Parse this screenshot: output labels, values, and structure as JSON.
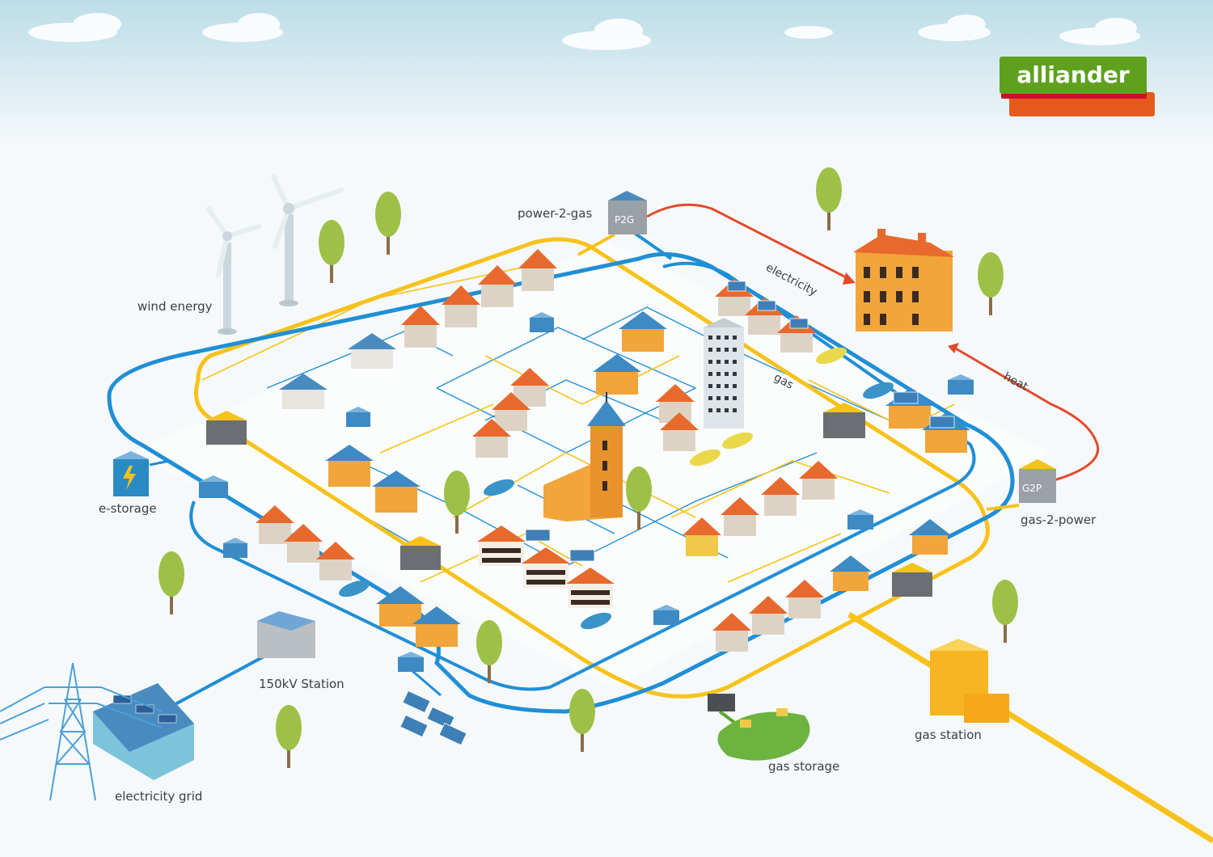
{
  "logo": {
    "text": "alliander",
    "colors": {
      "green": "#5fa11f",
      "red": "#c8102e",
      "orange": "#e55a1c"
    }
  },
  "labels": {
    "wind_energy": "wind energy",
    "power_2_gas": "power-2-gas",
    "electricity": "electricity",
    "gas": "gas",
    "heat": "heat",
    "e_storage": "e-storage",
    "gas_2_power": "gas-2-power",
    "station_150kv": "150kV Station",
    "electricity_grid": "electricity grid",
    "gas_storage": "gas storage",
    "gas_station": "gas station"
  },
  "box_badges": {
    "p2g": "P2G",
    "g2p": "G2P"
  },
  "colors": {
    "electricity_line": "#1f8fd6",
    "gas_line": "#f7c21b",
    "heat_line": "#e34a2a",
    "house_roof": "#e8692d",
    "house_wall": "#ddd3c5",
    "tree": "#9cc146",
    "car_blue": "#3a93c9",
    "car_yellow": "#e9d94a"
  },
  "icons": [
    "wind-turbine-icon",
    "tree-icon",
    "house-icon",
    "church-icon",
    "tower-block-icon",
    "solar-panel-icon",
    "car-icon",
    "transformer-icon",
    "battery-icon",
    "pylon-icon",
    "gas-tank-icon",
    "lightning-icon"
  ]
}
